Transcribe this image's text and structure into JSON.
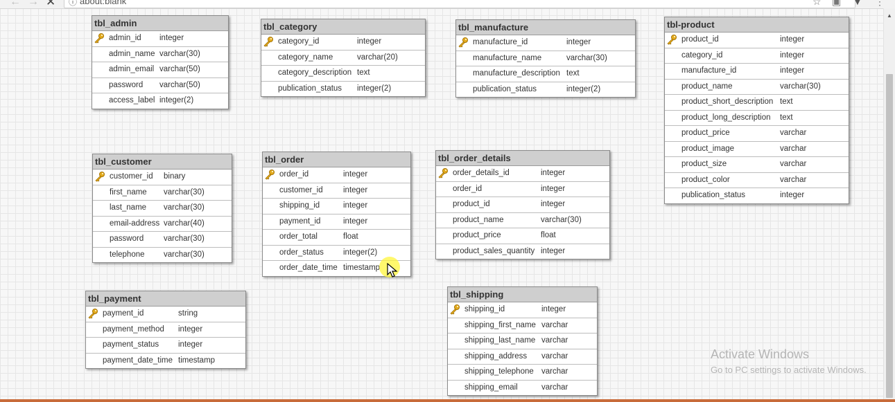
{
  "browser": {
    "url": "about:blank",
    "info_icon": "info-icon",
    "nav_icons": [
      "back-arrow-icon",
      "forward-arrow-icon",
      "stop-icon"
    ],
    "toolbar_icons": [
      "star-icon",
      "extension-icon",
      "pocket-icon",
      "menu-icon"
    ]
  },
  "key_icon": "primary-key-icon",
  "tables": [
    {
      "name": "tbl_admin",
      "columns": [
        {
          "name": "admin_id",
          "type": "integer",
          "pk": true
        },
        {
          "name": "admin_name",
          "type": "varchar(30)"
        },
        {
          "name": "admin_email",
          "type": "varchar(50)"
        },
        {
          "name": "password",
          "type": "varchar(50)"
        },
        {
          "name": "access_label",
          "type": "integer(2)"
        }
      ]
    },
    {
      "name": "tbl_category",
      "columns": [
        {
          "name": "category_id",
          "type": "integer",
          "pk": true
        },
        {
          "name": "category_name",
          "type": "varchar(20)"
        },
        {
          "name": "category_description",
          "type": "text"
        },
        {
          "name": "publication_status",
          "type": "integer(2)"
        }
      ]
    },
    {
      "name": "tbl_manufacture",
      "columns": [
        {
          "name": "manufacture_id",
          "type": "integer",
          "pk": true
        },
        {
          "name": "manufacture_name",
          "type": "varchar(30)"
        },
        {
          "name": "manufacture_description",
          "type": "text"
        },
        {
          "name": "publication_status",
          "type": "integer(2)"
        }
      ]
    },
    {
      "name": "tbl-product",
      "columns": [
        {
          "name": "product_id",
          "type": "integer",
          "pk": true
        },
        {
          "name": "category_id",
          "type": "integer"
        },
        {
          "name": "manufacture_id",
          "type": "integer"
        },
        {
          "name": "product_name",
          "type": "varchar(30)"
        },
        {
          "name": "product_short_description",
          "type": "text"
        },
        {
          "name": "product_long_description",
          "type": "text"
        },
        {
          "name": "product_price",
          "type": "varchar"
        },
        {
          "name": "product_image",
          "type": "varchar"
        },
        {
          "name": "product_size",
          "type": "varchar"
        },
        {
          "name": "product_color",
          "type": "varchar"
        },
        {
          "name": "publication_status",
          "type": "integer"
        }
      ]
    },
    {
      "name": "tbl_customer",
      "columns": [
        {
          "name": "customer_id",
          "type": "binary",
          "pk": true
        },
        {
          "name": "first_name",
          "type": "varchar(30)"
        },
        {
          "name": "last_name",
          "type": "varchar(30)"
        },
        {
          "name": "email-address",
          "type": "varchar(40)"
        },
        {
          "name": "password",
          "type": "varchar(30)"
        },
        {
          "name": "telephone",
          "type": "varchar(30)"
        }
      ]
    },
    {
      "name": "tbl_order",
      "columns": [
        {
          "name": "order_id",
          "type": "integer",
          "pk": true
        },
        {
          "name": "customer_id",
          "type": "integer"
        },
        {
          "name": "shipping_id",
          "type": "integer"
        },
        {
          "name": "payment_id",
          "type": "integer"
        },
        {
          "name": "order_total",
          "type": "float"
        },
        {
          "name": "order_status",
          "type": "integer(2)"
        },
        {
          "name": "order_date_time",
          "type": "timestamp"
        }
      ]
    },
    {
      "name": "tbl_order_details",
      "columns": [
        {
          "name": "order_details_id",
          "type": "integer",
          "pk": true
        },
        {
          "name": "order_id",
          "type": "integer"
        },
        {
          "name": "product_id",
          "type": "integer"
        },
        {
          "name": "product_name",
          "type": "varchar(30)"
        },
        {
          "name": "product_price",
          "type": "float"
        },
        {
          "name": "product_sales_quantity",
          "type": "integer"
        }
      ]
    },
    {
      "name": "tbl_payment",
      "columns": [
        {
          "name": "payment_id",
          "type": "string",
          "pk": true
        },
        {
          "name": "payment_method",
          "type": "integer"
        },
        {
          "name": "payment_status",
          "type": "integer"
        },
        {
          "name": "payment_date_time",
          "type": "timestamp"
        }
      ]
    },
    {
      "name": "tbl_shipping",
      "columns": [
        {
          "name": "shipping_id",
          "type": "integer",
          "pk": true
        },
        {
          "name": "shipping_first_name",
          "type": "varchar"
        },
        {
          "name": "shipping_last_name",
          "type": "varchar"
        },
        {
          "name": "shipping_address",
          "type": "varchar"
        },
        {
          "name": "shipping_telephone",
          "type": "varchar"
        },
        {
          "name": "shipping_email",
          "type": "varchar"
        }
      ]
    }
  ],
  "watermark": {
    "title": "Activate Windows",
    "subtitle": "Go to PC settings to activate Windows."
  },
  "colors": {
    "header_bg": "#cfcfcf",
    "key_gold": "#e2a91c",
    "cursor_highlight": "#fff53c"
  }
}
